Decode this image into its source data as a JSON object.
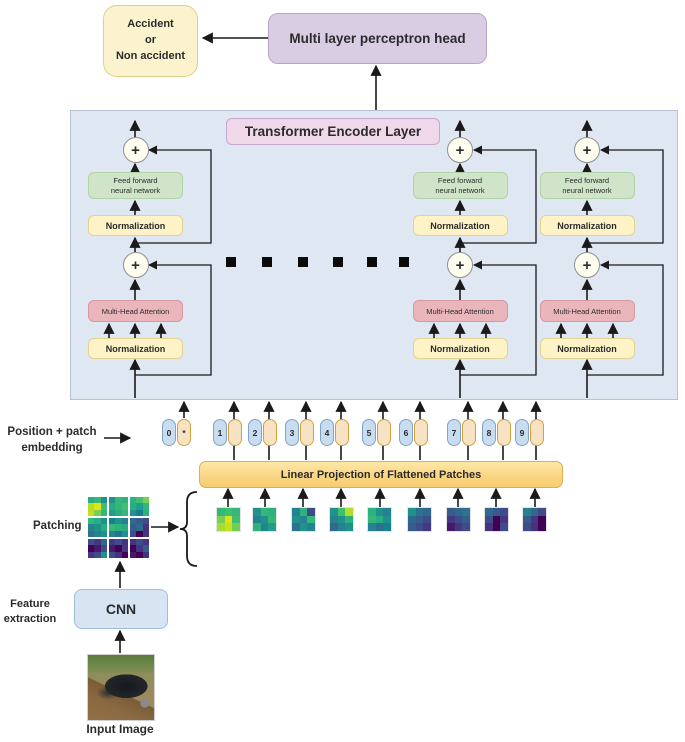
{
  "diagram": {
    "outcome_label": "Accident\nor\nNon accident",
    "mlp_label": "Multi layer perceptron head",
    "encoder_title": "Transformer Encoder Layer"
  },
  "encoder": {
    "block": {
      "plus_label": "+",
      "ffn_label": "Feed forward\nneural network",
      "norm_label": "Normalization",
      "mha_label": "Multi-Head Attention"
    }
  },
  "labels": {
    "position_embedding": "Position + patch\nembedding",
    "patching": "Patching",
    "feature_extraction": "Feature\nextraction",
    "input_image": "Input Image"
  },
  "projection": {
    "label": "Linear Projection of Flattened Patches"
  },
  "cnn": {
    "label": "CNN"
  },
  "tokens": [
    {
      "label": "0",
      "mark": "*"
    },
    {
      "label": "1",
      "mark": ""
    },
    {
      "label": "2",
      "mark": ""
    },
    {
      "label": "3",
      "mark": ""
    },
    {
      "label": "4",
      "mark": ""
    },
    {
      "label": "5",
      "mark": ""
    },
    {
      "label": "6",
      "mark": ""
    },
    {
      "label": "7",
      "mark": ""
    },
    {
      "label": "8",
      "mark": ""
    },
    {
      "label": "9",
      "mark": ""
    }
  ],
  "colors": {
    "outcome_fill": "#fbf3cd",
    "mlp_fill": "#d9cde4",
    "encoder_fill": "#dfe7f2",
    "title_fill": "#eed8ea",
    "ffn_fill": "#cfe4c8",
    "norm_fill": "#fdf3c7",
    "mha_fill": "#ebb6bb",
    "plus_fill": "#fffdf0",
    "pill_blue_fill": "#c9ddf1",
    "pill_peach_fill": "#f7e3c4",
    "bar_fill": "#fbd98a",
    "cnn_fill": "#d7e5f3",
    "arrow": "#1a1a1a"
  },
  "patches": {
    "grid": [
      [
        "#27ad81",
        "#35b779",
        "#21918c",
        "#b5de2b",
        "#e2e418",
        "#42be71",
        "#c2df23",
        "#7ad151",
        "#35b779"
      ],
      [
        "#21918c",
        "#35b779",
        "#2db27d",
        "#27ad81",
        "#35b779",
        "#42be71",
        "#1f9e89",
        "#27ad81",
        "#35b779"
      ],
      [
        "#2db27d",
        "#42be71",
        "#7ad151",
        "#27ad81",
        "#1f9e89",
        "#35b779",
        "#21918c",
        "#177f8e",
        "#2db27d"
      ],
      [
        "#35b779",
        "#27ad81",
        "#21918c",
        "#26828e",
        "#21918c",
        "#27ad81",
        "#2c718e",
        "#26828e",
        "#21918c"
      ],
      [
        "#177f8e",
        "#21918c",
        "#26828e",
        "#35b779",
        "#2db27d",
        "#27ad81",
        "#26828e",
        "#2c718e",
        "#21918c"
      ],
      [
        "#31688e",
        "#355e8d",
        "#3e4c8a",
        "#365c8d",
        "#31688e",
        "#46327e",
        "#3e4c8a",
        "#440154",
        "#453781"
      ],
      [
        "#3e4c8a",
        "#453781",
        "#31688e",
        "#440154",
        "#48186a",
        "#3e4c8a",
        "#453781",
        "#3e4c8a",
        "#21918c"
      ],
      [
        "#453781",
        "#3e4c8a",
        "#46327e",
        "#48186a",
        "#440154",
        "#453781",
        "#3e4c8a",
        "#46327e",
        "#440154"
      ],
      [
        "#46327e",
        "#3e4c8a",
        "#453781",
        "#440154",
        "#453781",
        "#365c8d",
        "#48186a",
        "#440154",
        "#46327e"
      ]
    ],
    "flattened": [
      [
        "#35b779",
        "#42be71",
        "#35b779",
        "#7ad151",
        "#dde318",
        "#42be71",
        "#a5db36",
        "#c8e020",
        "#6ece58"
      ],
      [
        "#21918c",
        "#35b779",
        "#2db27d",
        "#26828e",
        "#21918c",
        "#35b779",
        "#2db27d",
        "#26828e",
        "#1f9e89"
      ],
      [
        "#26828e",
        "#2db27d",
        "#3e4c8a",
        "#21918c",
        "#26828e",
        "#35b779",
        "#2c718e",
        "#21918c",
        "#26828e"
      ],
      [
        "#21918c",
        "#42be71",
        "#b5de2b",
        "#26828e",
        "#21918c",
        "#2db27d",
        "#31688e",
        "#26828e",
        "#21918c"
      ],
      [
        "#2db27d",
        "#21918c",
        "#26828e",
        "#35b779",
        "#27ad81",
        "#21918c",
        "#26828e",
        "#2c718e",
        "#177f8e"
      ],
      [
        "#21918c",
        "#2c718e",
        "#31688e",
        "#31688e",
        "#355e8d",
        "#3e4c8a",
        "#365c8d",
        "#3e4c8a",
        "#453781"
      ],
      [
        "#355e8d",
        "#31688e",
        "#2c718e",
        "#453781",
        "#3e4c8a",
        "#365c8d",
        "#48186a",
        "#453781",
        "#3e4c8a"
      ],
      [
        "#31688e",
        "#365c8d",
        "#3e4c8a",
        "#3e4c8a",
        "#440154",
        "#453781",
        "#46327e",
        "#440154",
        "#3e4c8a"
      ],
      [
        "#26828e",
        "#31688e",
        "#3e4c8a",
        "#365c8d",
        "#453781",
        "#440154",
        "#3e4c8a",
        "#46327e",
        "#440154"
      ]
    ]
  }
}
